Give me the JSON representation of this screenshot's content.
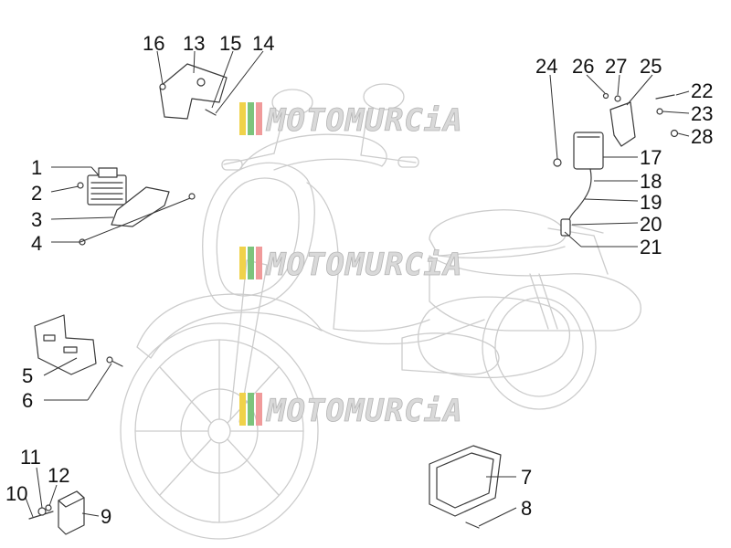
{
  "diagram": {
    "watermark": {
      "text": "MOTOMURCiA",
      "stripe_colors": [
        "#f0d24a",
        "#7cc47c",
        "#f09a9a"
      ],
      "text_fill": "#d9d9d9",
      "text_stroke": "#b5b5b5"
    },
    "colors": {
      "scooter_outline": "#cccccc",
      "part_outline": "#3a3a3a",
      "leader": "#333333"
    },
    "parts": [
      {
        "id": "1",
        "label": "1"
      },
      {
        "id": "2",
        "label": "2"
      },
      {
        "id": "3",
        "label": "3"
      },
      {
        "id": "4",
        "label": "4"
      },
      {
        "id": "5",
        "label": "5"
      },
      {
        "id": "6",
        "label": "6"
      },
      {
        "id": "7",
        "label": "7"
      },
      {
        "id": "8",
        "label": "8"
      },
      {
        "id": "9",
        "label": "9"
      },
      {
        "id": "10",
        "label": "10"
      },
      {
        "id": "11",
        "label": "11"
      },
      {
        "id": "12",
        "label": "12"
      },
      {
        "id": "13",
        "label": "13"
      },
      {
        "id": "14",
        "label": "14"
      },
      {
        "id": "15",
        "label": "15"
      },
      {
        "id": "16",
        "label": "16"
      },
      {
        "id": "17",
        "label": "17"
      },
      {
        "id": "18",
        "label": "18"
      },
      {
        "id": "19",
        "label": "19"
      },
      {
        "id": "20",
        "label": "20"
      },
      {
        "id": "21",
        "label": "21"
      },
      {
        "id": "22",
        "label": "22"
      },
      {
        "id": "23",
        "label": "23"
      },
      {
        "id": "24",
        "label": "24"
      },
      {
        "id": "25",
        "label": "25"
      },
      {
        "id": "26",
        "label": "26"
      },
      {
        "id": "27",
        "label": "27"
      },
      {
        "id": "28",
        "label": "28"
      }
    ]
  }
}
